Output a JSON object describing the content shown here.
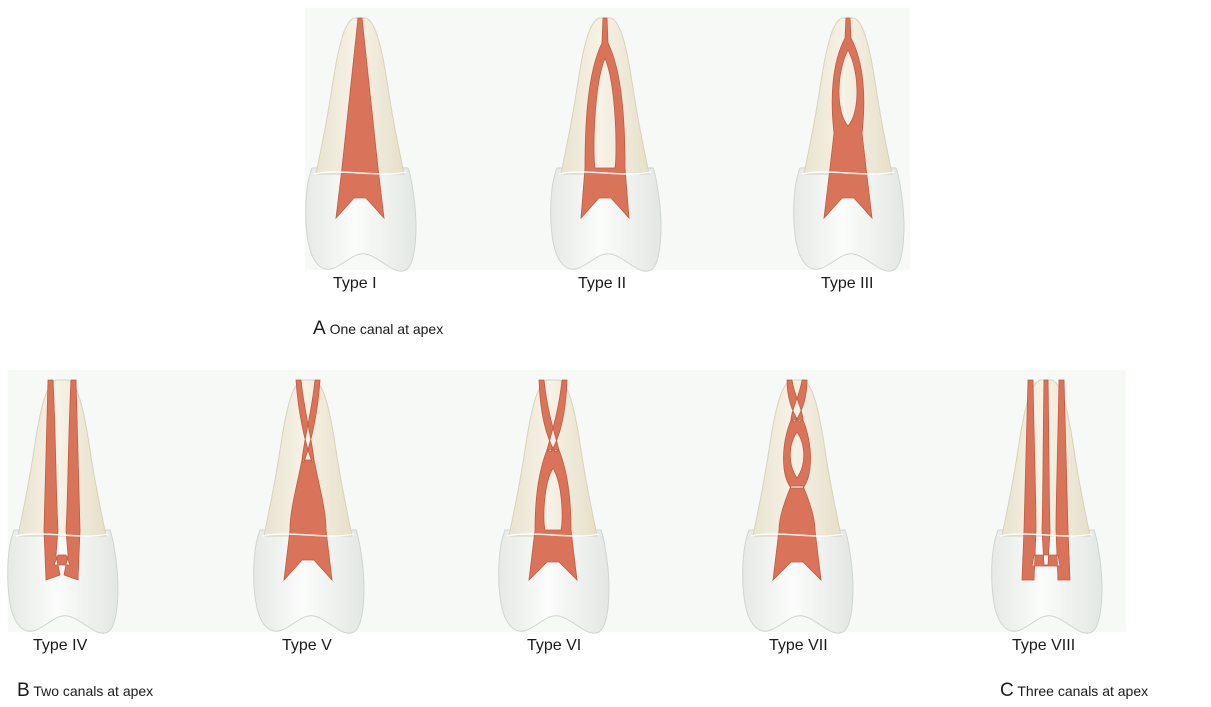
{
  "figure": {
    "teeth": [
      {
        "label": "Type I"
      },
      {
        "label": "Type II"
      },
      {
        "label": "Type III"
      },
      {
        "label": "Type IV"
      },
      {
        "label": "Type V"
      },
      {
        "label": "Type VI"
      },
      {
        "label": "Type VII"
      },
      {
        "label": "Type VIII"
      }
    ],
    "groups": [
      {
        "letter": "A",
        "caption": "One canal at apex"
      },
      {
        "letter": "B",
        "caption": "Two canals at apex"
      },
      {
        "letter": "C",
        "caption": "Three canals at apex"
      }
    ]
  },
  "colors": {
    "background": "#ffffff",
    "panel": "#f7f9f6",
    "root": "#f1ecdc",
    "crown": "#f5f7f4",
    "pulp": "#d9745a",
    "pulp_edge": "#c25a40"
  }
}
